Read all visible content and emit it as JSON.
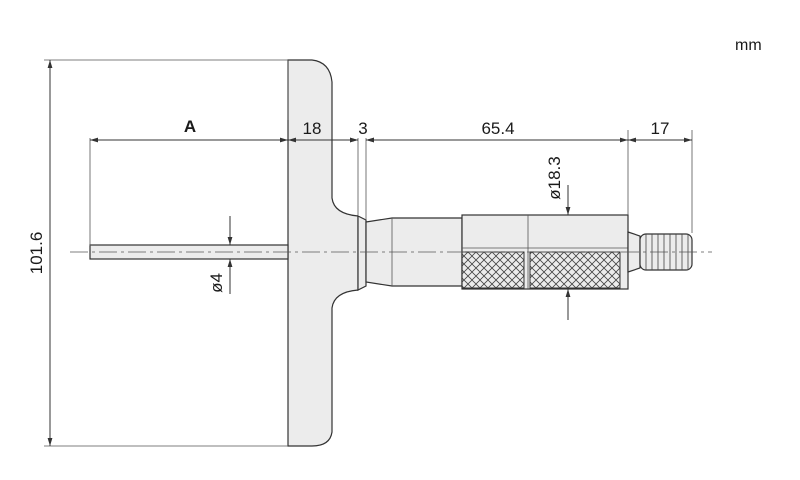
{
  "drawing": {
    "unit": "mm",
    "dimensions": {
      "base_height": "101.6",
      "rod_length": "A",
      "base_thickness": "18",
      "neck": "3",
      "sleeve_length": "65.4",
      "ratchet_length": "17",
      "thimble_diameter": "ø18.3",
      "rod_diameter": "ø4"
    },
    "colors": {
      "part_fill": "#ececec",
      "outline": "#333333"
    }
  }
}
